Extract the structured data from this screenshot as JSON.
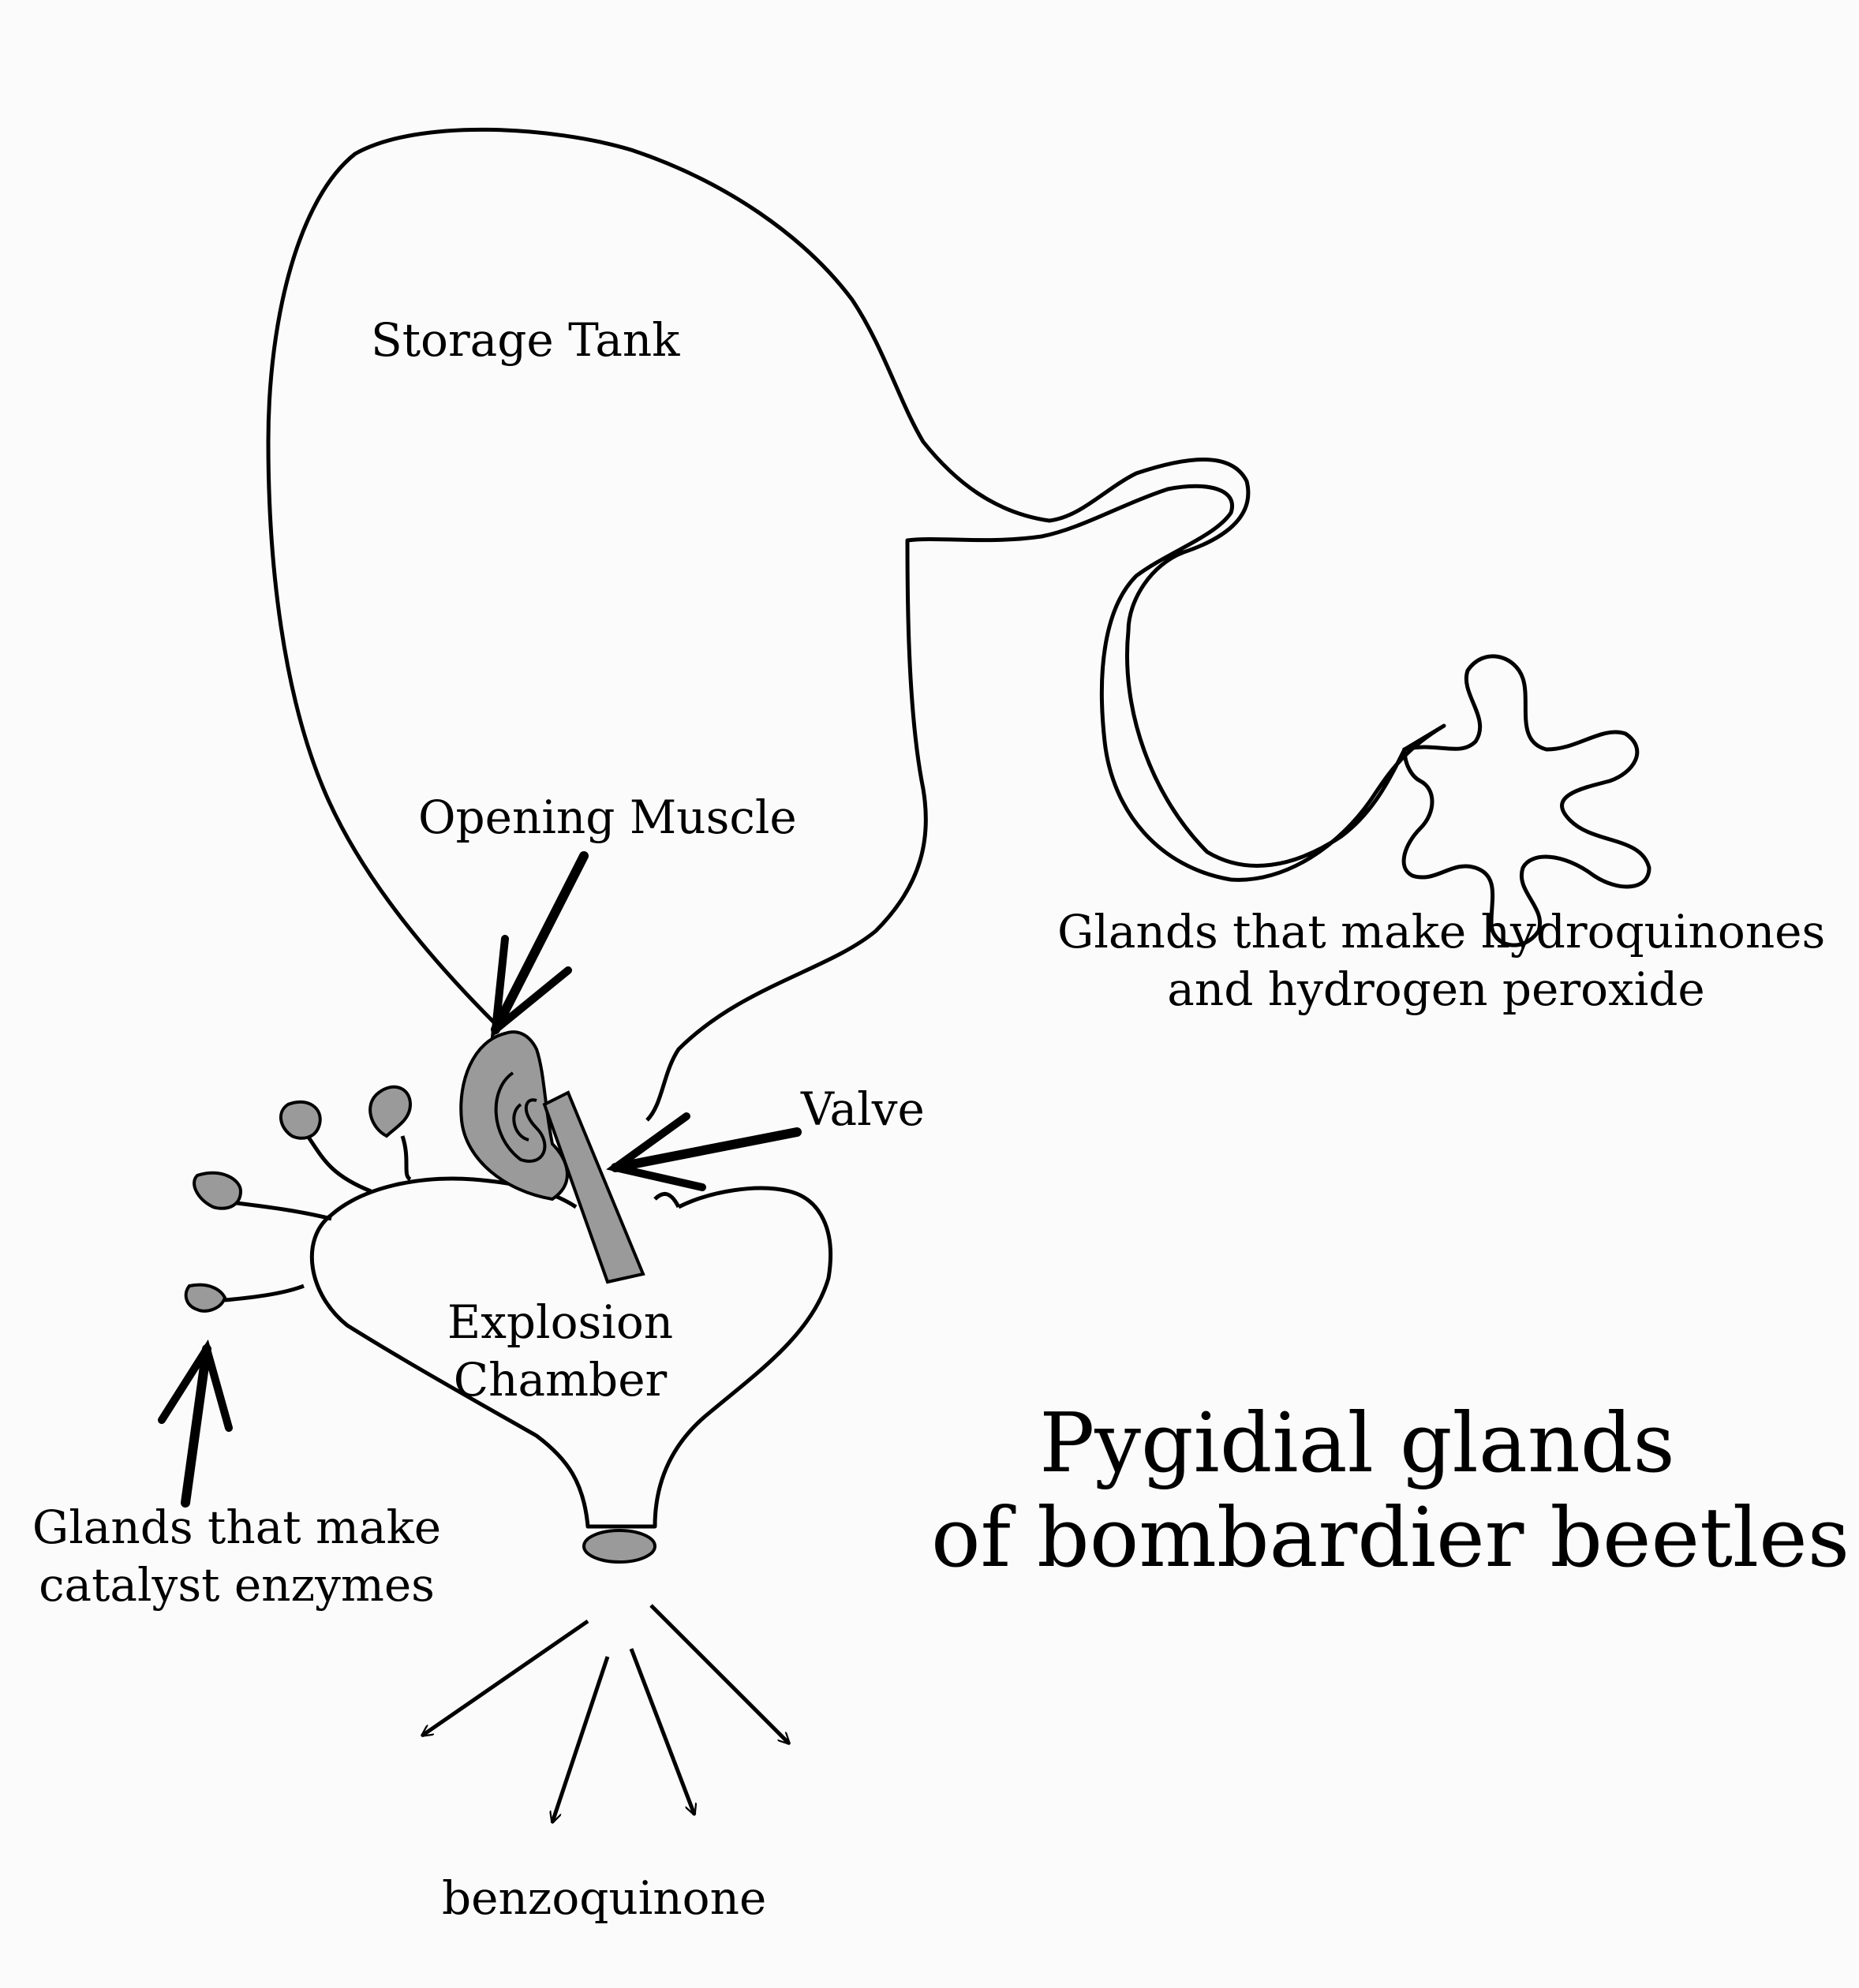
{
  "labels": {
    "storage_tank": "Storage Tank",
    "opening_muscle": "Opening Muscle",
    "valve": "Valve",
    "explosion_chamber": [
      "Explosion",
      "Chamber"
    ],
    "hydroquinone_glands": [
      "Glands that make hydroquinones",
      "and hydrogen peroxide"
    ],
    "catalyst_glands": [
      "Glands that make",
      "catalyst enzymes"
    ],
    "product": "benzoquinone"
  },
  "title": [
    "Pygidial glands",
    "of bombardier beetles"
  ],
  "colors": {
    "background": "#fbfbfb",
    "ink": "#000000",
    "gland_fill": "#9a9a9a"
  }
}
